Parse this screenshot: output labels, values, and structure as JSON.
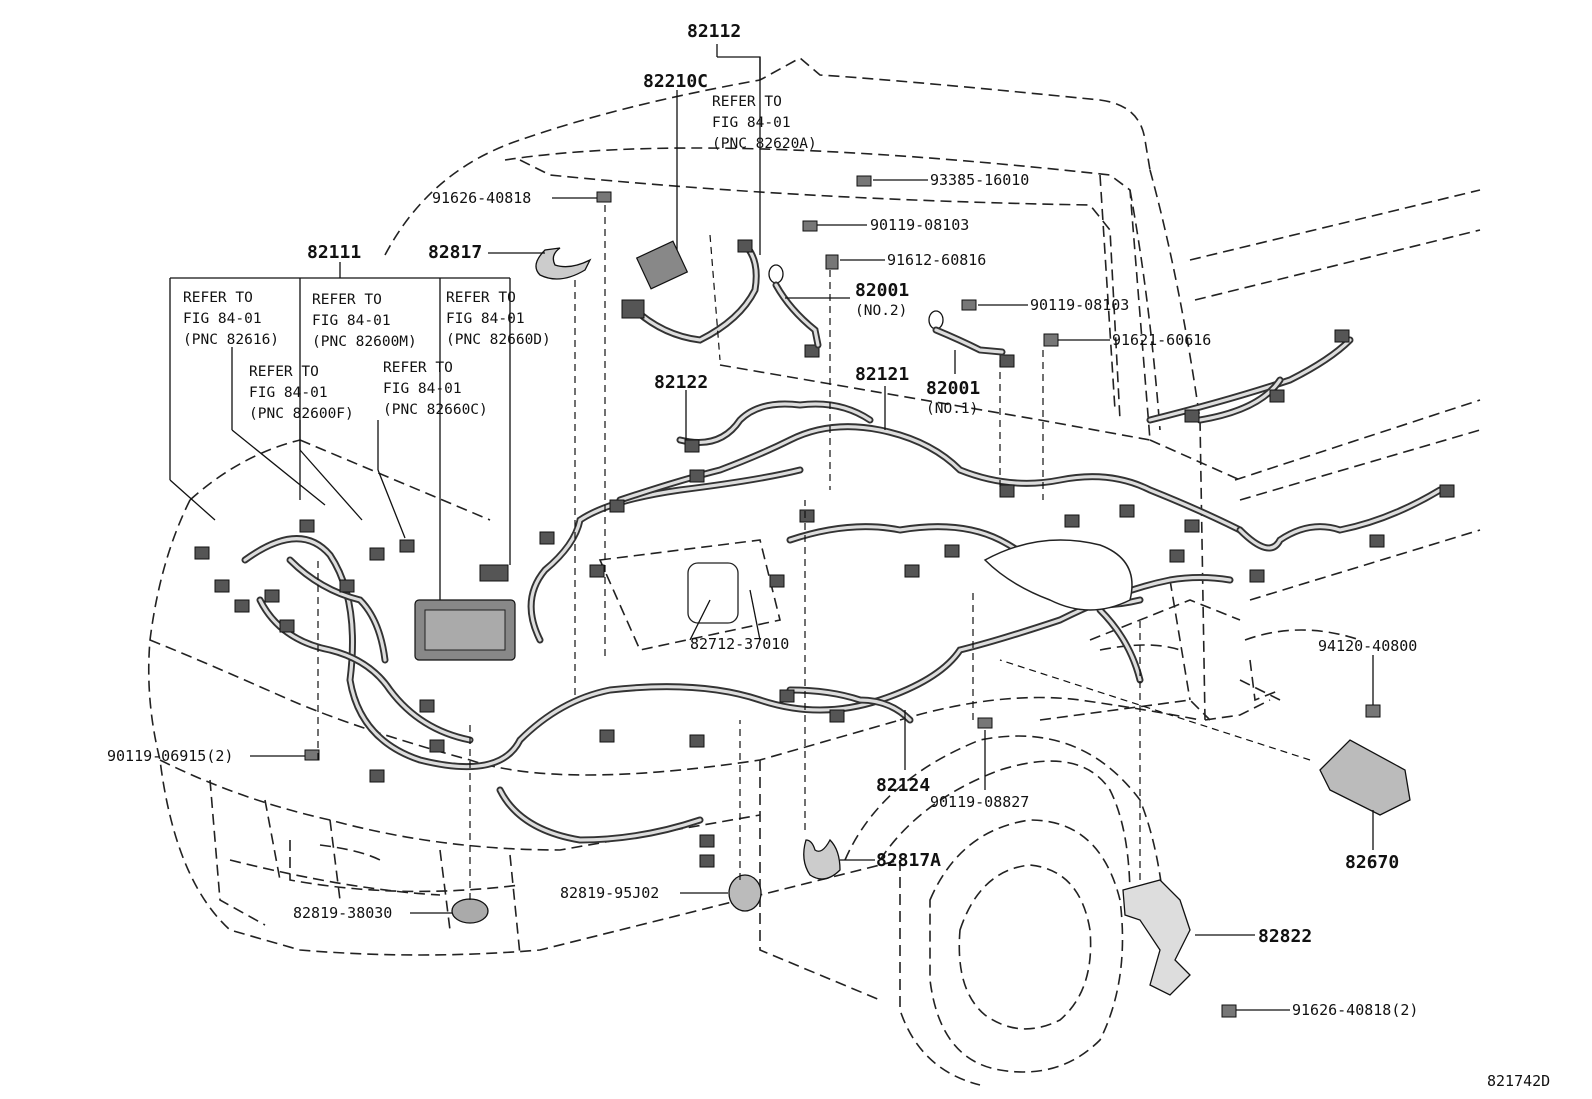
{
  "diagram": {
    "main_labels": {
      "p82112": "82112",
      "p82210C": "82210C",
      "p82111": "82111",
      "p82817": "82817",
      "p82001_no2": "82001",
      "p82001_no2_sub": "(NO.2)",
      "p82121": "82121",
      "p82001_no1": "82001",
      "p82001_no1_sub": "(NO.1)",
      "p82122": "82122",
      "p82124": "82124",
      "p82817A": "82817A",
      "p82670": "82670",
      "p82822": "82822"
    },
    "part_labels": {
      "p91626_40818": "91626-40818",
      "p93385_16010": "93385-16010",
      "p90119_08103_a": "90119-08103",
      "p91612_60816": "91612-60816",
      "p90119_08103_b": "90119-08103",
      "p91621_60616": "91621-60616",
      "p82712_37010": "82712-37010",
      "p94120_40800": "94120-40800",
      "p90119_06915": "90119-06915(2)",
      "p90119_08827": "90119-08827",
      "p82819_95J02": "82819-95J02",
      "p82819_38030": "82819-38030",
      "p91626_40818_2": "91626-40818(2)"
    },
    "refer_notes": [
      {
        "line1": "REFER TO",
        "line2": "FIG 84-01",
        "line3": "(PNC 82620A)"
      },
      {
        "line1": "REFER TO",
        "line2": "FIG 84-01",
        "line3": "(PNC 82616)"
      },
      {
        "line1": "REFER TO",
        "line2": "FIG 84-01",
        "line3": "(PNC 82600M)"
      },
      {
        "line1": "REFER TO",
        "line2": "FIG 84-01",
        "line3": "(PNC 82660D)"
      },
      {
        "line1": "REFER TO",
        "line2": "FIG 84-01",
        "line3": "(PNC 82600F)"
      },
      {
        "line1": "REFER TO",
        "line2": "FIG 84-01",
        "line3": "(PNC 82660C)"
      }
    ],
    "figure_code": "821742D"
  }
}
